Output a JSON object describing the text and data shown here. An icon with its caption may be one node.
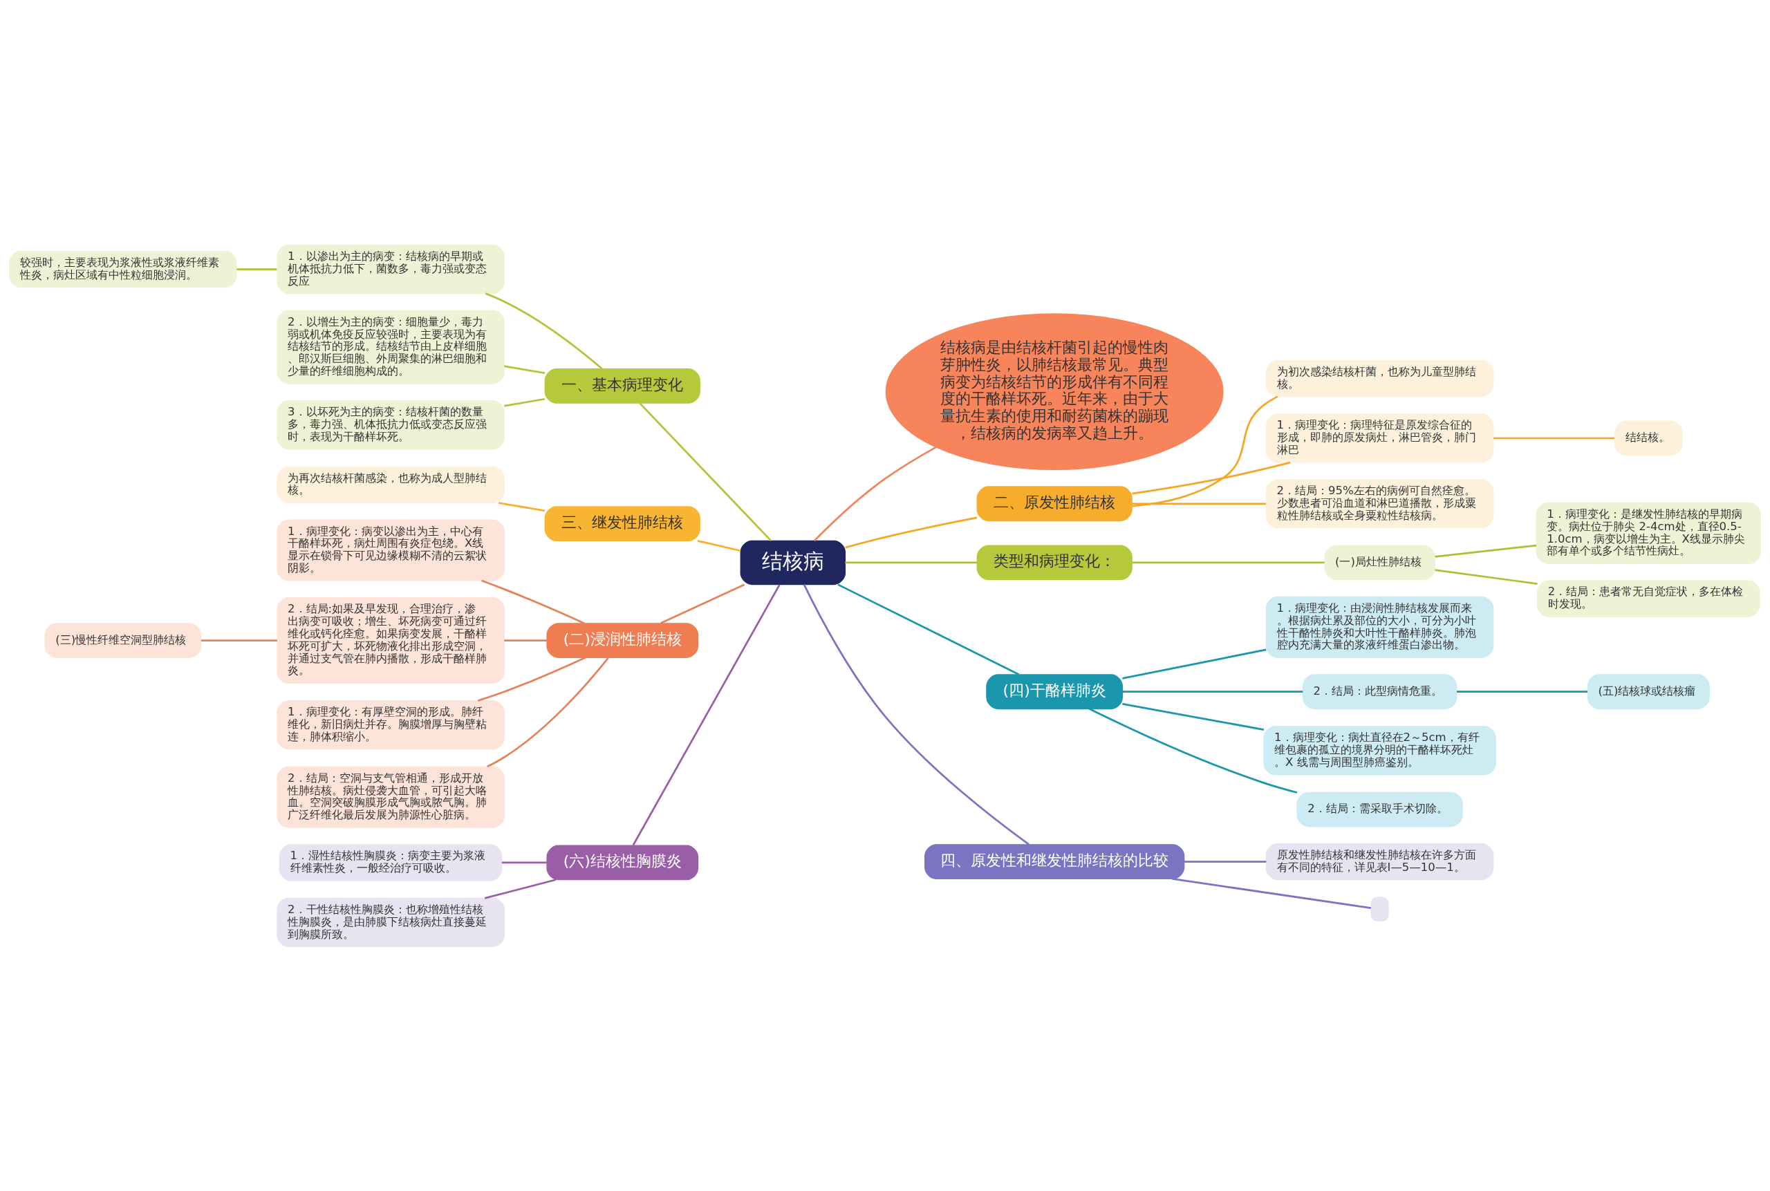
{
  "diagram": {
    "nodes": [
      {
        "text": [
          "结核病"
        ]
      },
      {
        "text": [
          "结核病是由结核杆菌引起的慢性肉芽肿性炎，以肺结核最常见。典型病变为结核结节的形成伴有不同程度的干酪样坏死。近年来，由于大量抗生素的使用和耐药菌株的蹦现，结核病的发病率又趋上升。"
        ]
      },
      {
        "text": [
          "二、原发性肺结核"
        ]
      },
      {
        "text": [
          "为初次感染结核杆菌，也称为儿童型肺结核。"
        ]
      },
      {
        "text": [
          "1．病理变化：病理特征是原发综合征的形成，即肺的原发病灶，淋巴管炎，肺门淋巴"
        ]
      },
      {
        "text": [
          "结结核。"
        ]
      },
      {
        "text": [
          "2．结局：95%左右的病例可自然痊愈。少数患者可沿血道和淋巴道播散，形成粟粒性肺结核或全身粟粒性结核病。"
        ]
      },
      {
        "text": [
          "类型和病理变化："
        ]
      },
      {
        "text": [
          "(一)局灶性肺结核"
        ]
      },
      {
        "text": [
          "1．病理变化：是继发性肺结核的早期病变。病灶位于肺尖 2-4cm处，直径0.5-1.0cm，病变以增生为主。X线显示肺尖部有单个或多个结节性病灶。"
        ]
      },
      {
        "text": [
          "2．结局：患者常无自觉症状，多在体检时发现。"
        ]
      },
      {
        "text": [
          "(四)干酪样肺炎"
        ]
      },
      {
        "text": [
          "1．病理变化：由浸润性肺结核发展而来。根据病灶累及部位的大小，可分为小叶性干酪性肺炎和大叶性干酪样肺炎。肺泡腔内充满大量的浆液纤维蛋白渗出物。"
        ]
      },
      {
        "text": [
          "2．结局：此型病情危重。"
        ]
      },
      {
        "text": [
          "(五)结核球或结核瘤"
        ]
      },
      {
        "text": [
          "1．病理变化：病灶直径在2～5cm，有纤维包裹的孤立的境界分明的干酪样坏死灶。X 线需与周围型肺癌鉴别。"
        ]
      },
      {
        "text": [
          "2．结局：需采取手术切除。"
        ]
      },
      {
        "text": [
          "四、原发性和继发性肺结核的比较"
        ]
      },
      {
        "text": [
          "原发性肺结核和继发性肺结核在许多方面有不同的特征，详见表Ⅰ—5—10—1。"
        ]
      },
      {
        "text": [],
        "shape": "box"
      },
      {
        "text": [
          "一、基本病理变化"
        ]
      },
      {
        "text": [
          "1．以渗出为主的病变：结核病的早期或机体抵抗力低下，菌数多，毒力强或变态反应"
        ]
      },
      {
        "text": [
          "较强时，主要表现为浆液性或浆液纤维素性炎，病灶区域有中性粒细胞浸润。"
        ]
      },
      {
        "text": [
          "2．以增生为主的病变：细胞量少，毒力弱或机体免疫反应较强时，主要表现为有结核结节的形成。结核结节由上皮样细胞、郎汉斯巨细胞、外周聚集的淋巴细胞和少量的纤维细胞构成的。"
        ]
      },
      {
        "text": [
          "3．以坏死为主的病变：结核杆菌的数量多，毒力强、机体抵抗力低或变态反应强时，表现为干酪样坏死。"
        ]
      },
      {
        "text": [
          "三、继发性肺结核"
        ]
      },
      {
        "text": [
          "为再次结核杆菌感染，也称为成人型肺结核。"
        ]
      },
      {
        "text": [
          "(二)浸润性肺结核"
        ]
      },
      {
        "text": [
          "1．病理变化：病变以渗出为主，中心有干酪样坏死，病灶周围有炎症包绕。X线显示在锁骨下可见边缘模糊不清的云絮状阴影。"
        ]
      },
      {
        "text": [
          "2．结局:如果及早发现，合理治疗，渗出病变可吸收；增生、坏死病变可通过纤维化或钙化痊愈。如果病变发展，干酪样坏死可扩大，坏死物液化排出形成空洞，并通过支气管在肺内播散，形成干酪样肺炎。"
        ]
      },
      {
        "text": [
          "(三)慢性纤维空洞型肺结核"
        ]
      },
      {
        "text": [
          "1．病理变化：有厚壁空洞的形成。肺纤维化，新旧病灶并存。胸膜增厚与胸壁粘连，肺体积缩小。"
        ]
      },
      {
        "text": [
          "2．结局：空洞与支气管相通，形成开放性肺结核。病灶侵袭大血管，可引起大咯血。空洞突破胸膜形成气胸或脓气胸。肺广泛纤维化最后发展为肺源性心脏病。"
        ]
      },
      {
        "text": [
          "(六)结核性胸膜炎"
        ]
      },
      {
        "text": [
          "1．湿性结核性胸膜炎：病变主要为浆液纤维素性炎，一般经治疗可吸收。"
        ]
      },
      {
        "text": [
          "2．干性结核性胸膜炎：也称增殖性结核性胸膜炎，是由肺膜下结核病灶直接蔓延到胸膜所致。"
        ]
      }
    ],
    "edges": [
      {
        "from": 0,
        "to": 1,
        "arrow": "none",
        "color": "#f0845a"
      },
      {
        "from": 0,
        "to": 2,
        "arrow": "none",
        "color": "#f5a623"
      },
      {
        "from": 2,
        "to": 3,
        "arrow": "none",
        "color": "#f5a623"
      },
      {
        "from": 2,
        "to": 4,
        "arrow": "none",
        "color": "#f5a623"
      },
      {
        "from": 4,
        "to": 5,
        "arrow": "none",
        "color": "#f5a623"
      },
      {
        "from": 2,
        "to": 6,
        "arrow": "none",
        "color": "#f5a623"
      },
      {
        "from": 0,
        "to": 7,
        "arrow": "none",
        "color": "#a9c132"
      },
      {
        "from": 7,
        "to": 8,
        "arrow": "none",
        "color": "#a9c132"
      },
      {
        "from": 8,
        "to": 9,
        "arrow": "none",
        "color": "#a9c132"
      },
      {
        "from": 8,
        "to": 10,
        "arrow": "none",
        "color": "#a9c132"
      },
      {
        "from": 0,
        "to": 11,
        "arrow": "none",
        "color": "#1a97ad"
      },
      {
        "from": 11,
        "to": 12,
        "arrow": "none",
        "color": "#1a97ad"
      },
      {
        "from": 11,
        "to": 13,
        "arrow": "none",
        "color": "#1a97ad"
      },
      {
        "from": 13,
        "to": 14,
        "arrow": "none",
        "color": "#1a97ad"
      },
      {
        "from": 11,
        "to": 15,
        "arrow": "none",
        "color": "#1a97ad"
      },
      {
        "from": 11,
        "to": 16,
        "arrow": "none",
        "color": "#1a97ad"
      },
      {
        "from": 0,
        "to": 17,
        "arrow": "none",
        "color": "#7a74c2"
      },
      {
        "from": 17,
        "to": 18,
        "arrow": "none",
        "color": "#7a74c2"
      },
      {
        "from": 17,
        "to": 19,
        "arrow": "none",
        "color": "#7a74c2"
      },
      {
        "from": 0,
        "to": 20,
        "arrow": "none",
        "color": "#b3c43a"
      },
      {
        "from": 20,
        "to": 21,
        "arrow": "none",
        "color": "#b3c43a"
      },
      {
        "from": 21,
        "to": 22,
        "arrow": "none",
        "color": "#b3c43a"
      },
      {
        "from": 20,
        "to": 23,
        "arrow": "none",
        "color": "#b3c43a"
      },
      {
        "from": 20,
        "to": 24,
        "arrow": "none",
        "color": "#b3c43a"
      },
      {
        "from": 0,
        "to": 25,
        "arrow": "none",
        "color": "#f5b02e"
      },
      {
        "from": 25,
        "to": 26,
        "arrow": "none",
        "color": "#f5b02e"
      },
      {
        "from": 0,
        "to": 27,
        "arrow": "none",
        "color": "#e5825a"
      },
      {
        "from": 27,
        "to": 28,
        "arrow": "none",
        "color": "#e5825a"
      },
      {
        "from": 27,
        "to": 29,
        "arrow": "none",
        "color": "#e5825a"
      },
      {
        "from": 29,
        "to": 30,
        "arrow": "none",
        "color": "#e5825a"
      },
      {
        "from": 27,
        "to": 31,
        "arrow": "none",
        "color": "#e5825a"
      },
      {
        "from": 27,
        "to": 32,
        "arrow": "none",
        "color": "#e5825a"
      },
      {
        "from": 0,
        "to": 33,
        "arrow": "none",
        "color": "#9a5ea6"
      },
      {
        "from": 33,
        "to": 34,
        "arrow": "none",
        "color": "#9a5ea6"
      },
      {
        "from": 33,
        "to": 35,
        "arrow": "none",
        "color": "#9a5ea6"
      }
    ]
  }
}
